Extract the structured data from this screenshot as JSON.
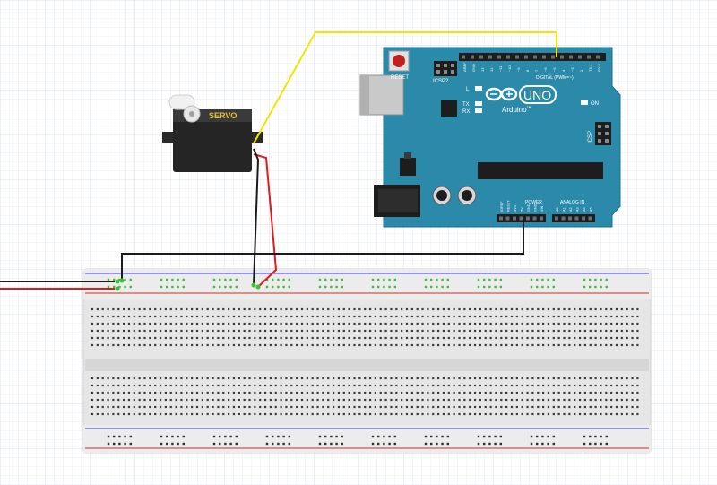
{
  "servo": {
    "label": "SERVO"
  },
  "arduino": {
    "reset_label": "RESET",
    "logo_text": "UNO",
    "brand_text": "Arduino",
    "brand_suffix": "™",
    "icsp2_label": "ICSP2",
    "icsp_label": "ICSP",
    "on_label": "ON",
    "l_label": "L",
    "tx_label": "TX",
    "rx_label": "RX",
    "digital_label": "DIGITAL (PWM=~)",
    "power_label": "POWER",
    "analog_label": "ANALOG IN",
    "aref_label": "AREF",
    "gnd_label": "GND",
    "digital_pins": [
      "13",
      "12",
      "~11",
      "~10",
      "~9",
      "8",
      "7",
      "~6",
      "~5",
      "4",
      "~3",
      "2",
      "TX 1",
      "RX 0"
    ],
    "power_pins": [
      "IOREF",
      "RESET",
      "3V3",
      "5V",
      "GND",
      "GND",
      "VIN"
    ],
    "analog_pins": [
      "A0",
      "A1",
      "A2",
      "A3",
      "A4",
      "A5"
    ]
  },
  "colors": {
    "board": "#2b8aa9",
    "board_dark": "#1f6f8c",
    "wire_signal": "#f2e600",
    "wire_ground": "#1a1a1a",
    "wire_power": "#e01b1b",
    "breadboard": "#e4e4e4",
    "rail_red": "#d42a2a",
    "rail_blue": "#3a3ad6",
    "hole_green": "#3cbf3c",
    "grid": "#dfe7ee"
  }
}
